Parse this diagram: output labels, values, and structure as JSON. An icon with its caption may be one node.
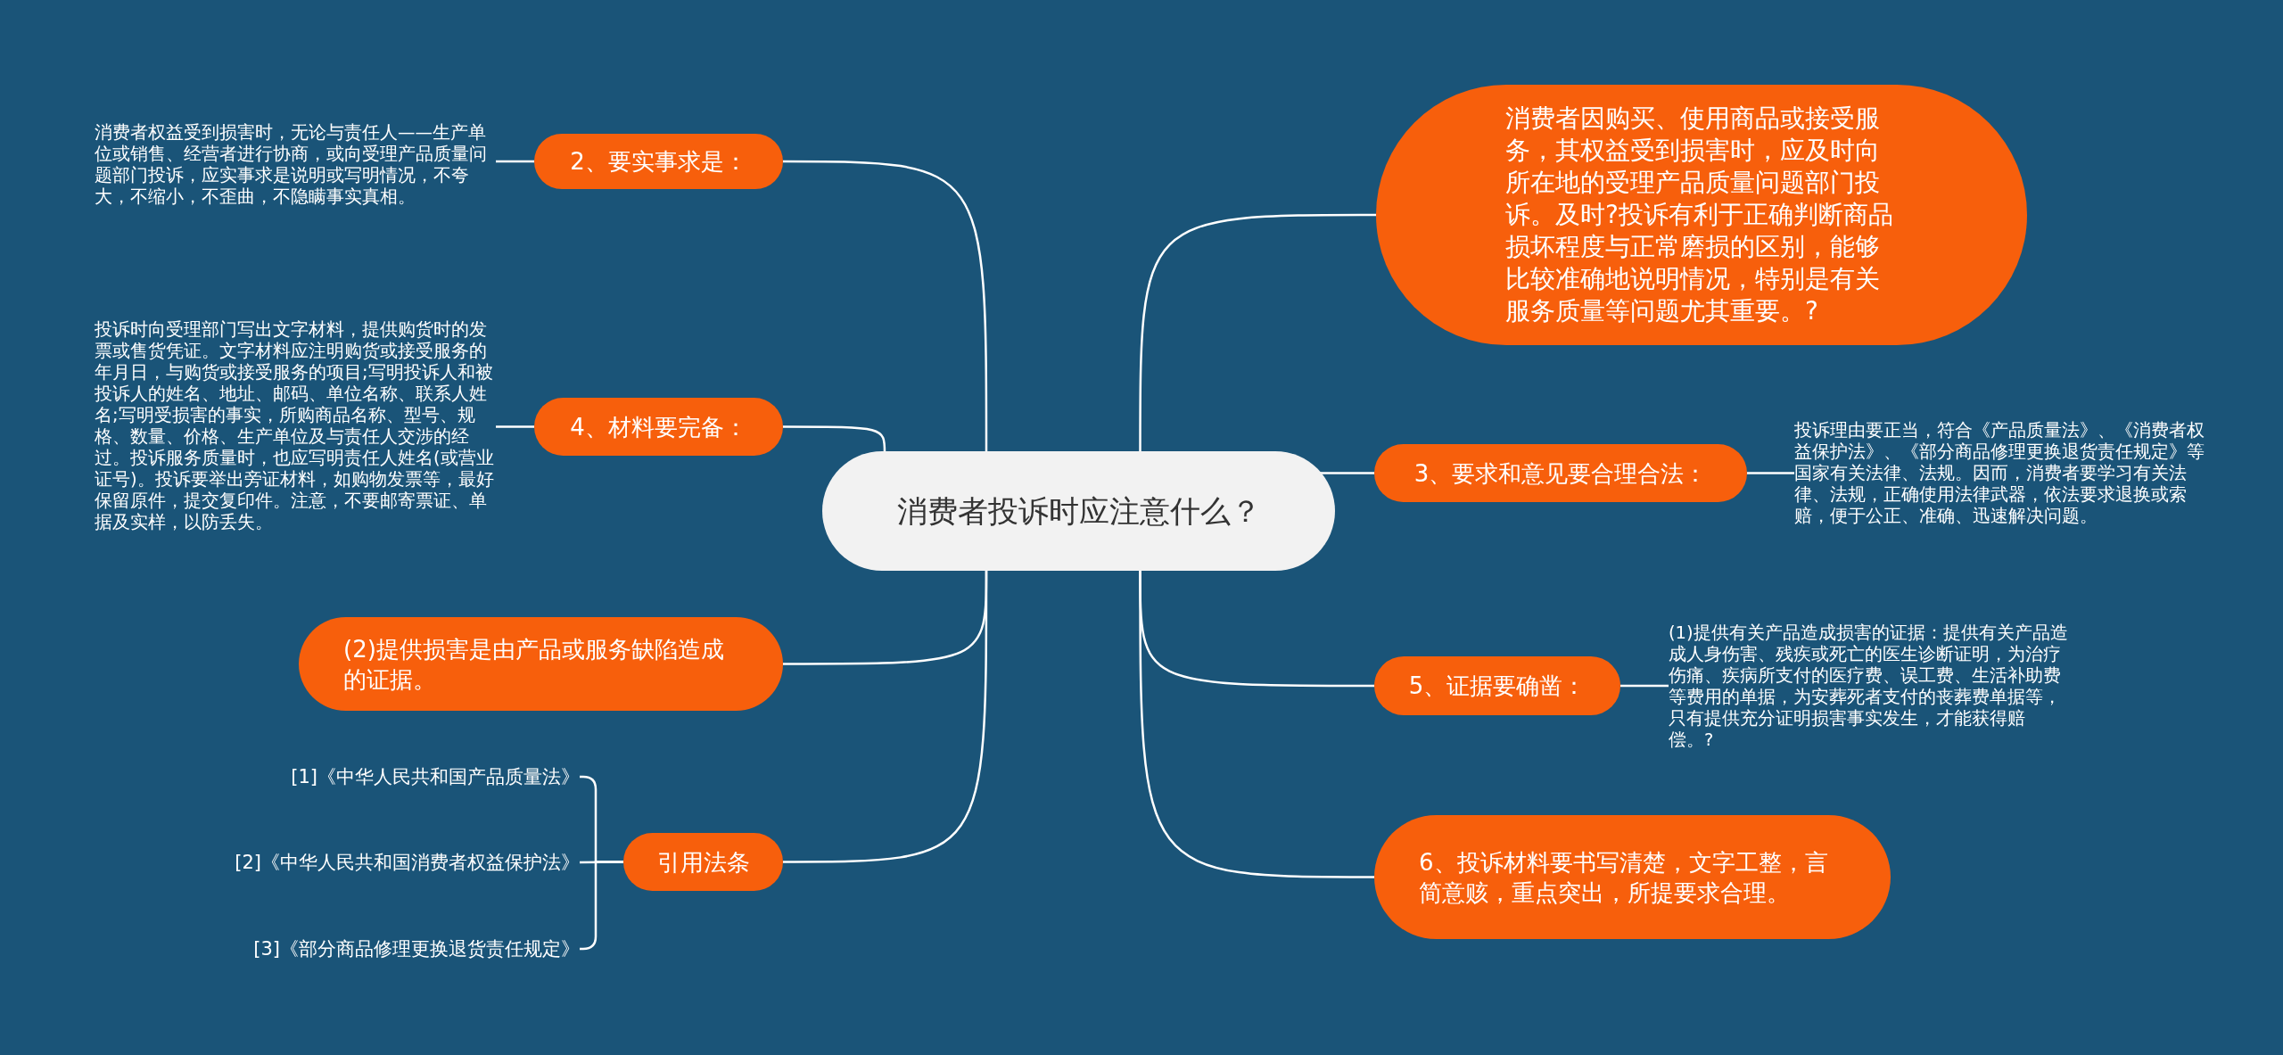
{
  "diagram": {
    "nodes": [
      {
        "text": [
          "消费者投诉时应注意什么？"
        ]
      },
      {
        "text": [
          "消费者因购买、使用商品或接受服务，其权益受到损害时，应及时向所在地的受理产品质量问题部门投诉。及时?投诉有利于正确判断商品损坏程度与正常磨损的区别，能够比较准确地说明情况，特别是有关服务质量等问题尤其重要。?"
        ]
      },
      {
        "text": [
          "2、要实事求是："
        ]
      },
      {
        "text": [
          "消费者权益受到损害时，无论与责任人——生产单位或销售、经营者进行协商，或向受理产品质量问题部门投诉，应实事求是说明或写明情况，不夸大，不缩小，不歪曲，不隐瞒事实真相。"
        ]
      },
      {
        "text": [
          "4、材料要完备："
        ]
      },
      {
        "text": [
          "投诉时向受理部门写出文字材料，提供购货时的发票或售货凭证。文字材料应注明购货或接受服务的年月日，与购货或接受服务的项目;写明投诉人和被投诉人的姓名、地址、邮码、单位名称、联系人姓名;写明受损害的事实，所购商品名称、型号、规格、数量、价格、生产单位及与责任人交涉的经过。投诉服务质量时，也应写明责任人姓名(或营业证号)。投诉要举出旁证材料，如购物发票等，最好保留原件，提交复印件。注意，不要邮寄票证、单据及实样，以防丢失。"
        ]
      },
      {
        "text": [
          "3、要求和意见要合理合法："
        ]
      },
      {
        "text": [
          "投诉理由要正当，符合《产品质量法》、《消费者权益保护法》、《部分商品修理更换退货责任规定》等国家有关法律、法规。因而，消费者要学习有关法律、法规，正确使用法律武器，依法要求退换或索赔，便于公正、准确、迅速解决问题。"
        ]
      },
      {
        "text": [
          "(2)提供损害是由产品或服务缺陷造成的证据。"
        ]
      },
      {
        "text": [
          "5、证据要确凿："
        ]
      },
      {
        "text": [
          "(1)提供有关产品造成损害的证据：提供有关产品造成人身伤害、残疾或死亡的医生诊断证明，为治疗伤痛、疾病所支付的医疗费、误工费、生活补助费等费用的单据，为安葬死者支付的丧葬费单据等，只有提供充分证明损害事实发生，才能获得赔偿。?"
        ]
      },
      {
        "text": [
          "引用法条"
        ]
      },
      {
        "text": [
          "[1]《中华人民共和国产品质量法》"
        ]
      },
      {
        "text": [
          "[2]《中华人民共和国消费者权益保护法》"
        ]
      },
      {
        "text": [
          "[3]《部分商品修理更换退货责任规定》"
        ]
      },
      {
        "text": [
          "6、投诉材料要书写清楚，文字工整，言简意赅，重点突出，所提要求合理。"
        ]
      }
    ],
    "edges": [
      {
        "from": 0,
        "to": 1,
        "arrow": "none"
      },
      {
        "from": 0,
        "to": 2,
        "arrow": "none"
      },
      {
        "from": 2,
        "to": 3,
        "arrow": "none"
      },
      {
        "from": 0,
        "to": 4,
        "arrow": "none"
      },
      {
        "from": 4,
        "to": 5,
        "arrow": "none"
      },
      {
        "from": 0,
        "to": 6,
        "arrow": "none"
      },
      {
        "from": 6,
        "to": 7,
        "arrow": "none"
      },
      {
        "from": 0,
        "to": 8,
        "arrow": "none"
      },
      {
        "from": 0,
        "to": 9,
        "arrow": "none"
      },
      {
        "from": 9,
        "to": 10,
        "arrow": "none"
      },
      {
        "from": 0,
        "to": 11,
        "arrow": "none"
      },
      {
        "from": 11,
        "to": 12,
        "arrow": "none"
      },
      {
        "from": 11,
        "to": 13,
        "arrow": "none"
      },
      {
        "from": 11,
        "to": 14,
        "arrow": "none"
      },
      {
        "from": 0,
        "to": 15,
        "arrow": "none"
      }
    ]
  }
}
